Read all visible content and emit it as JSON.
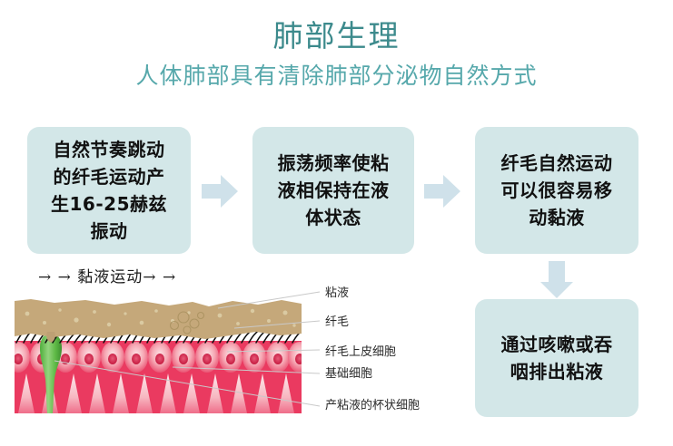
{
  "header": {
    "title": "肺部生理",
    "subtitle": "人体肺部具有清除肺部分泌物自然方式",
    "title_color": "#3c8a8c",
    "subtitle_color": "#56a8ab"
  },
  "flow": {
    "box_color": "#d3e7e8",
    "arrow_color": "#cfe1ea",
    "steps": [
      {
        "id": "step-1",
        "lines": [
          "自然节奏跳动",
          "的纤毛运动产",
          "生16-25赫兹",
          "振动"
        ],
        "text": "自然节奏跳动的纤毛运动产生16-25赫兹振动"
      },
      {
        "id": "step-2",
        "lines": [
          "振荡频率使粘",
          "液相保持在液",
          "体状态"
        ],
        "text": "振荡频率使粘液相保持在液体状态"
      },
      {
        "id": "step-3",
        "lines": [
          "纤毛自然运动",
          "可以很容易移",
          "动黏液"
        ],
        "text": "纤毛自然运动可以很容易移动黏液"
      },
      {
        "id": "step-4",
        "lines": [
          "通过咳嗽或吞",
          "咽排出粘液"
        ],
        "text": "通过咳嗽或吞咽排出粘液"
      }
    ]
  },
  "diagram": {
    "mucus_motion_caption": "→ → 黏液运动→ →",
    "mucus_layer_color": "#c5a87a",
    "epithelium_color": "#ea3a60",
    "goblet_cell_color": "#63bb4a",
    "cilia_color": "#101010",
    "labels": [
      {
        "id": "label-mucus",
        "text": "粘液"
      },
      {
        "id": "label-cilia",
        "text": "纤毛"
      },
      {
        "id": "label-ciliated-cell",
        "text": "纤毛上皮细胞"
      },
      {
        "id": "label-basal-cell",
        "text": "基础细胞"
      },
      {
        "id": "label-goblet-cell",
        "text": "产粘液的杯状细胞"
      }
    ]
  }
}
